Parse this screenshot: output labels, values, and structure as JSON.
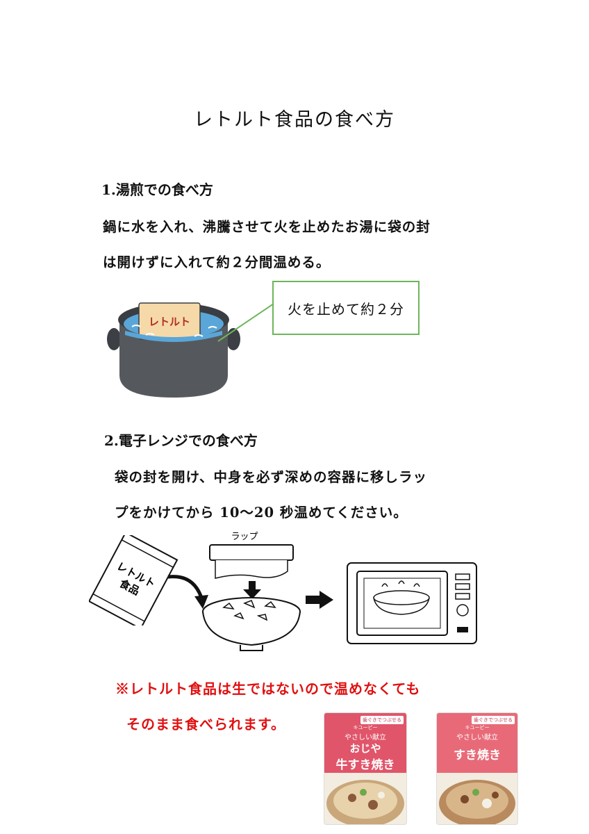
{
  "title": "レトルト食品の食べ方",
  "section1": {
    "heading": "1.湯煎での食べ方",
    "line1": "鍋に水を入れ、沸騰させて火を止めたお湯に袋の封",
    "line2": "は開けずに入れて約２分間温める。",
    "pot_label": "レトルト",
    "callout": "火を止めて約２分"
  },
  "section2": {
    "heading": "2.電子レンジでの食べ方",
    "line1": "袋の封を開け、中身を必ず深めの容器に移しラッ",
    "line2": "プをかけてから 10～20 秒温めてください。",
    "pouch_label_1": "レトルト",
    "pouch_label_2": "食品",
    "wrap_label": "ラップ"
  },
  "note": {
    "line1": "※レトルト食品は生ではないので温めなくても",
    "line2": "そのまま食べられます。"
  },
  "products": [
    {
      "brand": "キユーピー",
      "series": "やさしい献立",
      "name_line1": "おじや",
      "name_line2": "牛すき焼き",
      "badge": "歯ぐきでつぶせる",
      "header_color": "#e0556a"
    },
    {
      "brand": "キユーピー",
      "series": "やさしい献立",
      "name_line1": "すき焼き",
      "badge": "歯ぐきでつぶせる",
      "header_color": "#e86a78"
    }
  ],
  "colors": {
    "callout_border": "#6db55a",
    "note_text": "#e01010",
    "water": "#5aa6d8",
    "pot": "#55595e"
  }
}
